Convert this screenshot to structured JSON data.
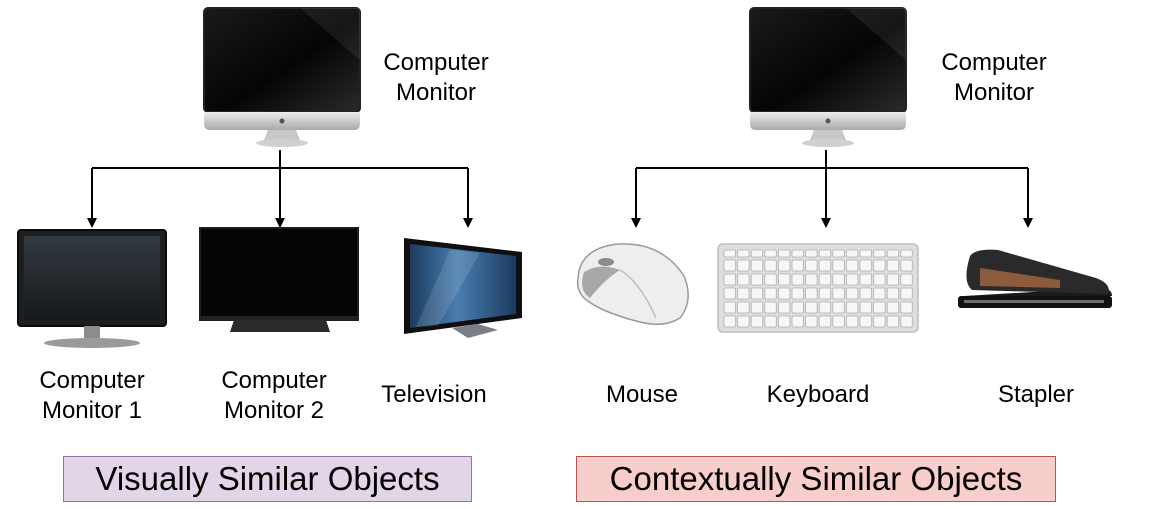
{
  "left_group": {
    "root_label": "Computer\nMonitor",
    "children": [
      "Computer\nMonitor 1",
      "Computer\nMonitor 2",
      "Television"
    ],
    "category": "Visually Similar Objects",
    "category_bg": "#e1d5e7",
    "category_border": "#9673a6"
  },
  "right_group": {
    "root_label": "Computer\nMonitor",
    "children": [
      "Mouse",
      "Keyboard",
      "Stapler"
    ],
    "category": "Contextually Similar Objects",
    "category_bg": "#f8cecc",
    "category_border": "#b85450"
  },
  "icons": [
    "imac-icon",
    "lcd-monitor-icon",
    "flat-monitor-icon",
    "television-icon",
    "mouse-icon",
    "keyboard-icon",
    "stapler-icon"
  ]
}
